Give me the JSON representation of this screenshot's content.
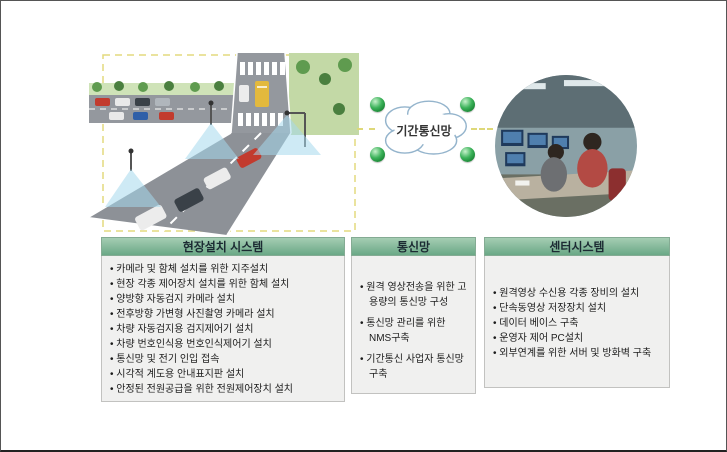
{
  "diagram": {
    "cloud_label": "기간통신망"
  },
  "icons": {
    "network_node": "network-node-icon"
  },
  "colors": {
    "panel_header_green": "#79b191",
    "panel_body_gray": "#f0f0ef",
    "node_green": "#2ca84e",
    "dashed_line_yellow": "#ded879",
    "cloud_outline_blue": "#94b4cc"
  },
  "panels": [
    {
      "title": "현장설치 시스템",
      "items": [
        "카메라 및 함체 설치를 위한 지주설치",
        "현장 각종 제어장치 설치를 위한 함체 설치",
        "양방향 자동검지 카메라 설치",
        "전후방향 가변형 사진촬영 카메라 설치",
        "차량 자동검지용 검지제어기 설치",
        "차량 번호인식용 번호인식제어기 설치",
        "통신망 및 전기 인입 접속",
        "시각적 계도용 안내표지판 설치",
        "안정된 전원공급을 위한 전원제어장치 설치"
      ]
    },
    {
      "title": "통신망",
      "items": [
        "원격 영상전송을 위한 고용량의 통신망 구성",
        "통신망 관리를 위한 NMS구축",
        "기간통신 사업자 통신망 구축"
      ]
    },
    {
      "title": "센터시스템",
      "items": [
        "원격영상 수신용 각종 장비의 설치",
        "단속동영상 저장장치 설치",
        "데이터 베이스 구축",
        "운영자 제어 PC설치",
        "외부연계를 위한 서버 및 방화벽 구축"
      ]
    }
  ]
}
